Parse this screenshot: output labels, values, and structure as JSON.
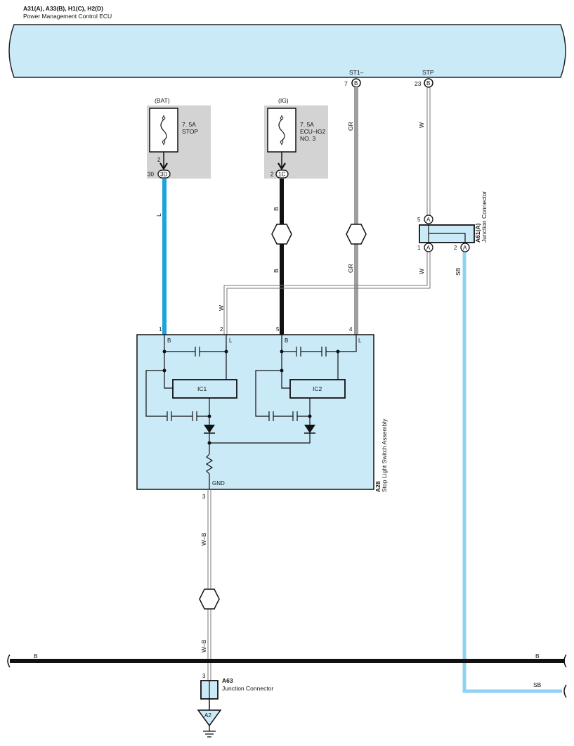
{
  "ecu": {
    "code": "A31(A), A33(B), H1(C), H2(D)",
    "name": "Power Management Control ECU"
  },
  "ecu_pins": {
    "st1": {
      "signal": "ST1–",
      "pin": "7",
      "conn": "B"
    },
    "stp": {
      "signal": "STP",
      "pin": "23",
      "conn": "B"
    }
  },
  "fuse_bat": {
    "supply": "(BAT)",
    "rating": "7. 5A",
    "name": "STOP",
    "pin_top": "2",
    "pin": "30",
    "conn": "3D"
  },
  "fuse_ig": {
    "supply": "(IG)",
    "rating": "7. 5A",
    "name1": "ECU–IG2",
    "name2": "NO. 3",
    "pin": "2",
    "conn": "1C"
  },
  "wires": {
    "L": "L",
    "B": "B",
    "GR": "GR",
    "W": "W",
    "SB": "SB",
    "WB": "W–B"
  },
  "jc_a61": {
    "code": "A61(A)",
    "name": "Junction Connector",
    "pin_top": "5",
    "pin_left": "1",
    "pin_right": "2",
    "conn": "A"
  },
  "switch": {
    "code": "A28",
    "name": "Stop Light Switch Assembly",
    "pin1": "1",
    "pin2": "2",
    "pin5": "5",
    "pin4": "4",
    "pin3": "3",
    "term_b": "B",
    "term_l": "L",
    "ic1": "IC1",
    "ic2": "IC2",
    "gnd": "GND"
  },
  "jc_a63": {
    "code": "A63",
    "name": "Junction Connector",
    "pin": "3"
  },
  "ground": {
    "label": "A2"
  },
  "bus": {
    "left_b": "B",
    "right_b": "B",
    "right_sb": "SB"
  },
  "colors": {
    "ecu_fill": "#cbeaf8",
    "component_fill": "#cbeaf8",
    "fuse_box": "#d3d3d3",
    "wire_l": "#1aa3dd",
    "wire_sb": "#8fd3f4",
    "wire_gr": "#9e9e9e",
    "wire_b": "#111111"
  }
}
